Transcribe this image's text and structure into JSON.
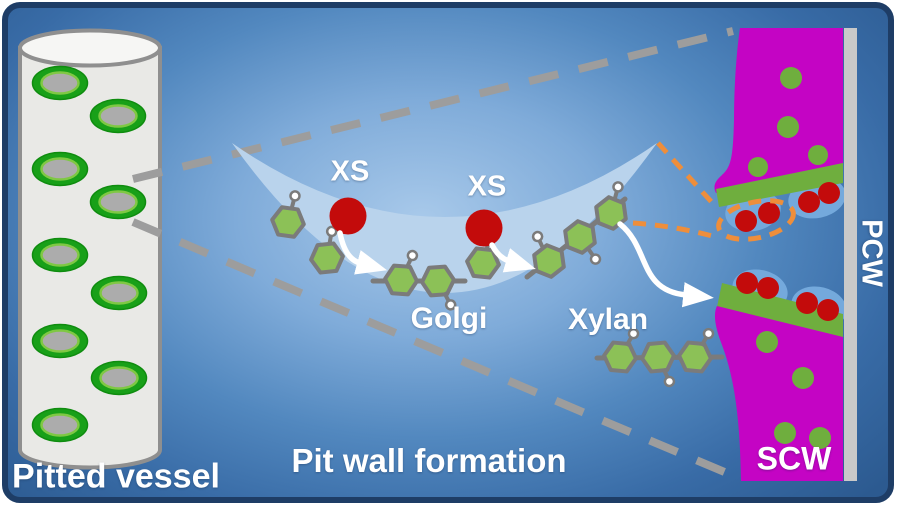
{
  "labels": {
    "vessel": "Pitted vessel",
    "caption": "Pit wall formation",
    "golgi": "Golgi",
    "xylan": "Xylan",
    "xs_enzyme_left": "XS",
    "xs_enzyme_right": "XS",
    "secondary_cell_wall": "SCW",
    "primary_cell_wall": "PCW"
  },
  "figures": {
    "vessel_pit_count": 9,
    "golgi_xs_enzyme_count": 2,
    "xylan_free_chain_unit_count": 3,
    "upper_pit_vesicle_count": 2,
    "lower_pit_vesicle_count": 2
  },
  "colors": {
    "border_navy": "#1e3d66",
    "background_center_blue": "#a8c9ea",
    "background_edge_blue": "#2c5a90",
    "vessel_body_gray": "#e9e9e6",
    "pit_ring_green": "#18a018",
    "pit_center_gray": "#acacac",
    "golgi_crescent_blue": "#b9d3ec",
    "xylan_hexagon_green": "#8cc157",
    "xs_enzyme_red": "#c30b0b",
    "scw_magenta": "#c404c4",
    "pit_membrane_green": "#6fae3e",
    "vesicle_blue": "#74a9dc",
    "pcw_bar_gray": "#c9c9c9",
    "zoom_dash_gray": "#9d9d9d",
    "secretion_dash_orange": "#ee8e3b",
    "label_white": "#ffffff"
  }
}
